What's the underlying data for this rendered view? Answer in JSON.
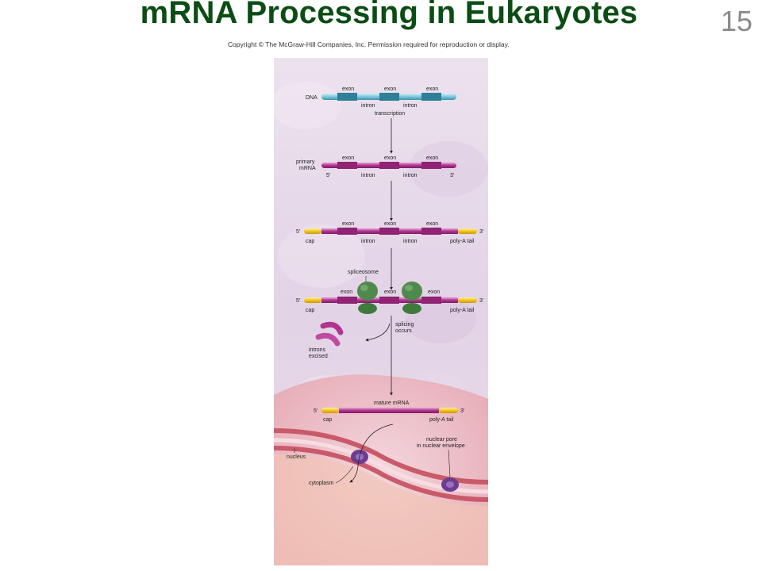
{
  "slide": {
    "title": "mRNA Processing in Eukaryotes",
    "number": "15",
    "copyright": "Copyright © The McGraw-Hill Companies, Inc. Permission required for reproduction or display."
  },
  "diagram": {
    "dna": {
      "label": "DNA",
      "exon_labels": [
        "exon",
        "exon",
        "exon"
      ],
      "intron_labels": [
        "intron",
        "intron"
      ]
    },
    "transcription_label": "transcription",
    "primary": {
      "label_line1": "primary",
      "label_line2": "mRNA",
      "five_prime": "5′",
      "three_prime": "3′",
      "exon_labels": [
        "exon",
        "exon",
        "exon"
      ],
      "intron_labels": [
        "intron",
        "intron"
      ]
    },
    "capped": {
      "five_prime": "5′",
      "three_prime": "3′",
      "cap": "cap",
      "poly_a": "poly-A tail",
      "exon_labels": [
        "exon",
        "exon",
        "exon"
      ],
      "intron_labels": [
        "intron",
        "intron"
      ]
    },
    "spliceosome_stage": {
      "spliceosome": "spliceosome",
      "five_prime": "5′",
      "three_prime": "3′",
      "cap": "cap",
      "poly_a": "poly-A tail",
      "exon_labels": [
        "exon",
        "exon",
        "exon"
      ]
    },
    "splicing_line1": "splicing",
    "splicing_line2": "occurs",
    "introns_line1": "introns",
    "introns_line2": "excised",
    "mature": {
      "label": "mature mRNA",
      "five_prime": "5′",
      "three_prime": "3′",
      "cap": "cap",
      "poly_a": "poly-A tail"
    },
    "nucleus": "nucleus",
    "pore_line1": "nuclear pore",
    "pore_line2": "in nuclear envelope",
    "cytoplasm": "cytoplasm"
  },
  "colors": {
    "title": "#0b4d14",
    "dna": "#3a9cb5",
    "rna": "#b0348f",
    "cap": "#f2c620",
    "spliceosome": "#4f8a4c",
    "background": "#e4d6e6",
    "nucleus_membrane": "#c95a6a"
  }
}
